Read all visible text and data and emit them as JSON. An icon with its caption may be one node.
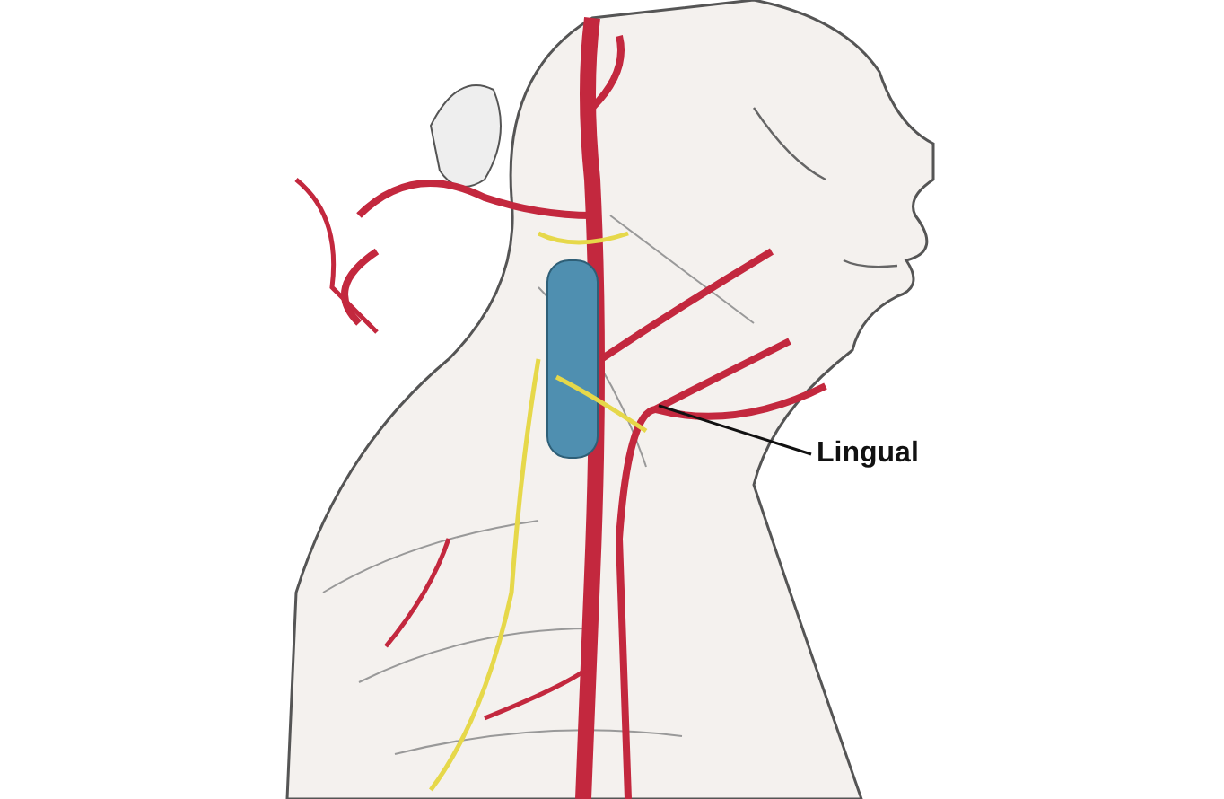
{
  "diagram": {
    "nodes": [
      {
        "text": [
          "Lingual"
        ]
      },
      {
        "text": [],
        "shape": "picture"
      }
    ],
    "edges": [
      {
        "from": 0,
        "to": 1,
        "arrow": "none"
      }
    ]
  }
}
